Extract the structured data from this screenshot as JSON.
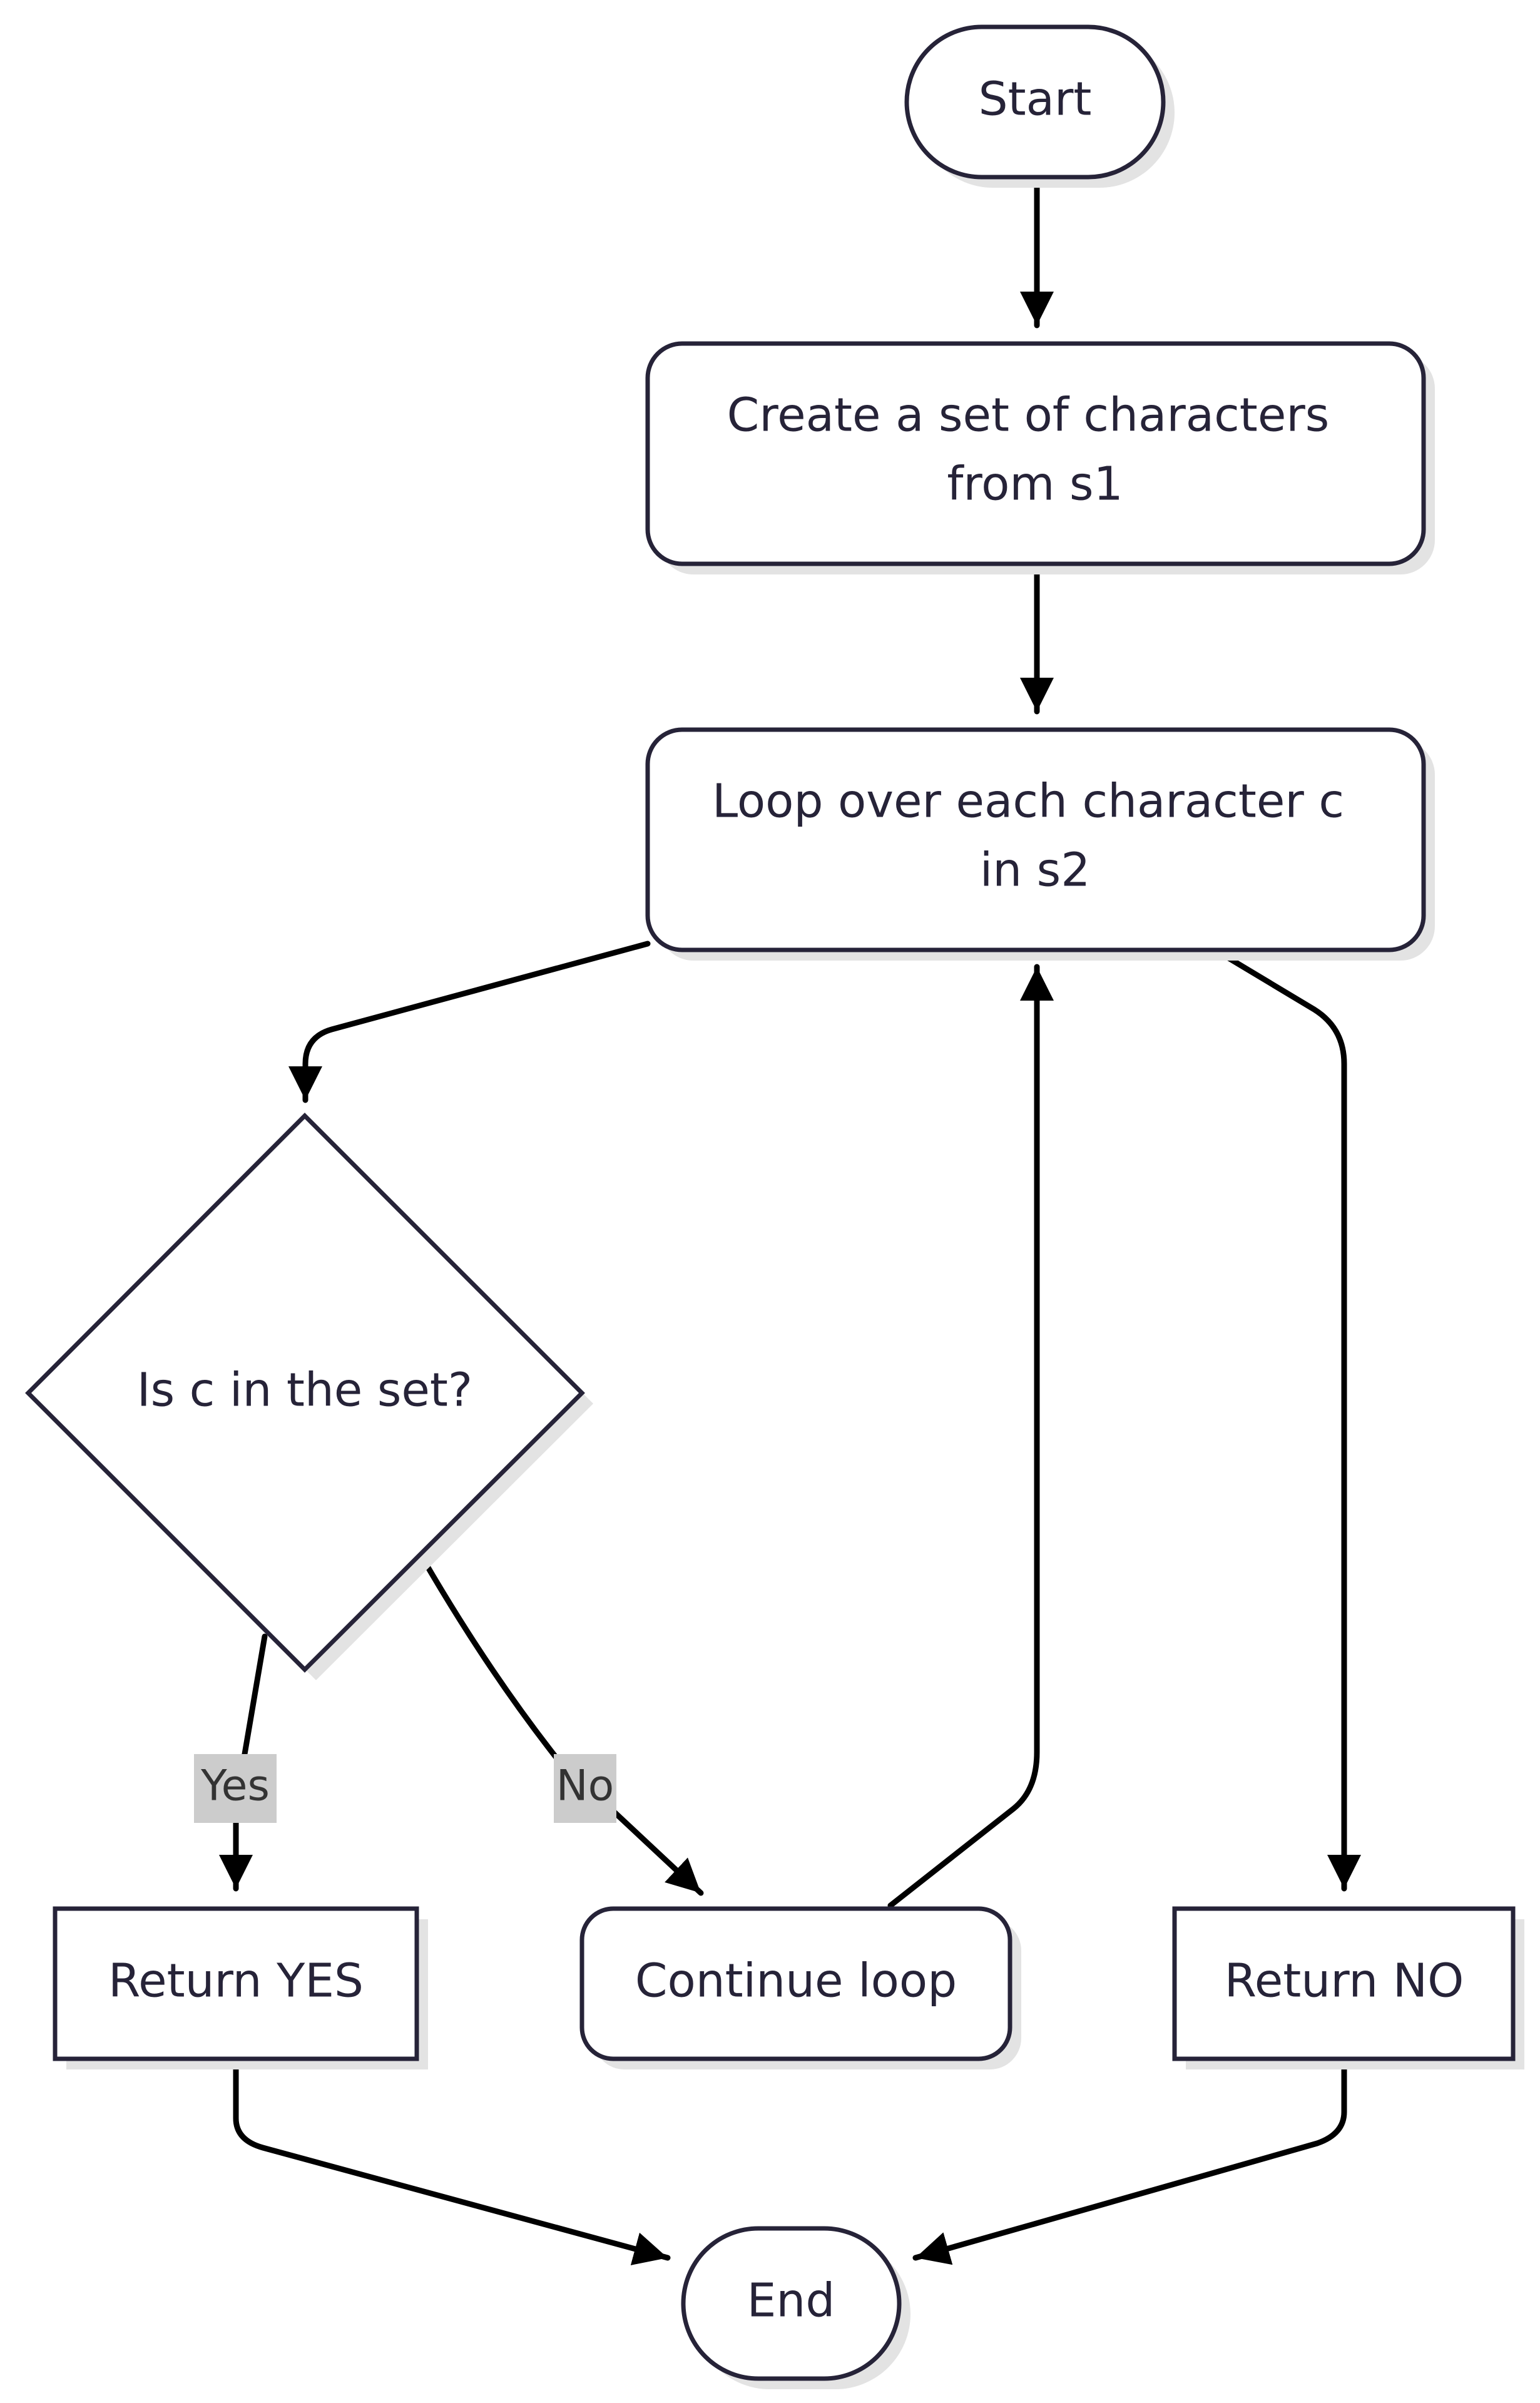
{
  "nodes": {
    "start": {
      "label": "Start"
    },
    "create_set": {
      "line1": "Create a set of characters",
      "line2": "from s1"
    },
    "loop": {
      "line1": "Loop over each character c",
      "line2": "in s2"
    },
    "decision": {
      "label": "Is c in the set?"
    },
    "return_yes": {
      "label": "Return YES"
    },
    "continue_loop": {
      "label": "Continue loop"
    },
    "return_no": {
      "label": "Return NO"
    },
    "end": {
      "label": "End"
    }
  },
  "edges": {
    "yes_label": "Yes",
    "no_label": "No"
  },
  "colors": {
    "node_stroke": "#262338",
    "node_fill": "#ffffff",
    "edge": "#000000",
    "edge_label_bg": "#cccccc",
    "text": "#262338"
  }
}
